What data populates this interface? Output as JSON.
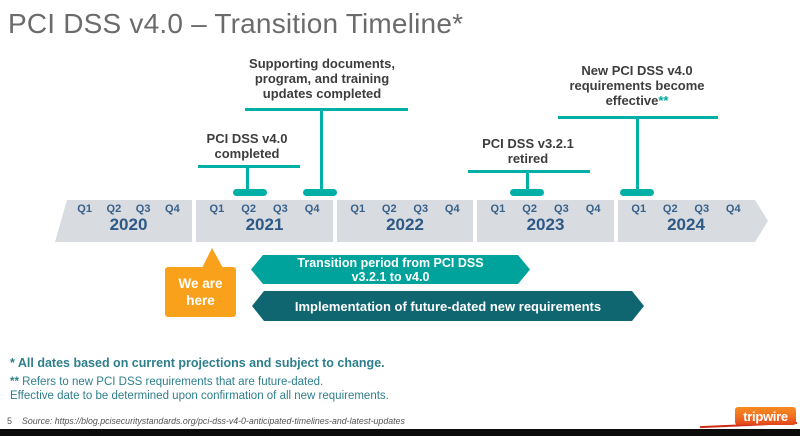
{
  "slide": {
    "title": "PCI DSS v4.0 – Transition Timeline*",
    "page_number": "5",
    "source_text": "Source: https://blog.pcisecuritystandards.org/pci-dss-v4-0-anticipated-timelines-and-latest-updates",
    "logo_text": "tripwire"
  },
  "milestones": [
    {
      "label": "PCI DSS v4.0\ncompleted",
      "suffix": ""
    },
    {
      "label": "Supporting documents,\nprogram, and training\nupdates completed",
      "suffix": ""
    },
    {
      "label": "PCI DSS v3.2.1\nretired",
      "suffix": ""
    },
    {
      "label": "New PCI DSS v4.0\nrequirements become\neffective",
      "suffix": "**"
    }
  ],
  "timeline": {
    "quarters": [
      "Q1",
      "Q2",
      "Q3",
      "Q4"
    ],
    "years": [
      "2020",
      "2021",
      "2022",
      "2023",
      "2024"
    ]
  },
  "we_are_here": {
    "label": "We are\nhere"
  },
  "bars": [
    {
      "label": "Transition period from PCI DSS\nv3.2.1 to v4.0"
    },
    {
      "label": "Implementation of future-dated new requirements"
    }
  ],
  "footnotes": [
    {
      "marker": "*",
      "text": " All dates based on current projections and subject to change."
    },
    {
      "marker": "**",
      "text": " Refers to new PCI DSS requirements that are future-dated."
    },
    {
      "marker": "",
      "text": "Effective date to be determined upon confirmation of all new requirements."
    }
  ],
  "colors": {
    "teal": "#00AFA6",
    "bar_teal": "#00A39B",
    "dark_teal": "#0F6570",
    "orange": "#F9A11B",
    "navy": "#2D5986",
    "band_gray": "#D8DBE0",
    "footnote_teal": "#2E7F8C",
    "title_gray": "#6B6B6B"
  }
}
